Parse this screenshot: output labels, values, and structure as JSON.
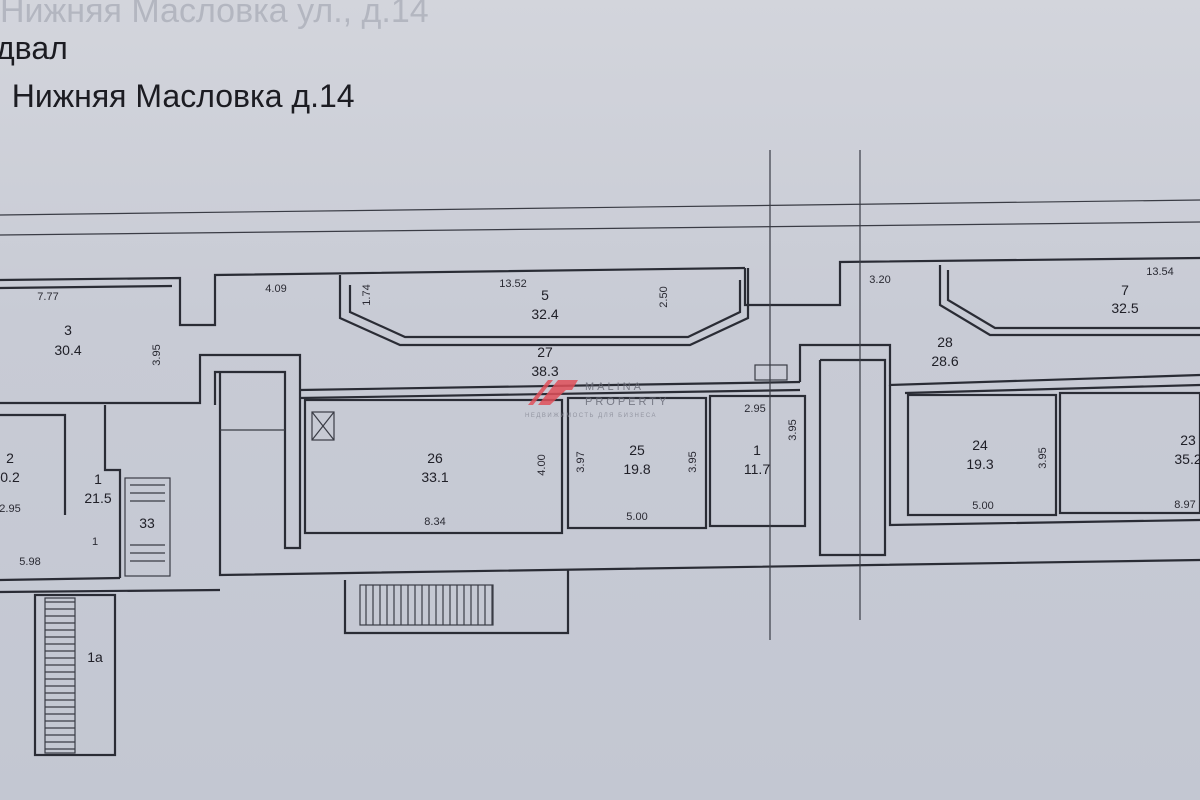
{
  "header": {
    "faint_text": "Нижняя Масловка ул., д.14",
    "level": "двал",
    "address": ". Нижняя Масловка  д.14"
  },
  "watermark": {
    "brand_line1": "MALINA",
    "brand_line2": "PROPERTY",
    "tagline": "НЕДВИЖИМОСТЬ ДЛЯ БИЗНЕСА",
    "accent": "#e0505a"
  },
  "rooms": [
    {
      "num": "3",
      "area": "30.4"
    },
    {
      "num": "5",
      "area": "32.4"
    },
    {
      "num": "27",
      "area": "38.3"
    },
    {
      "num": "7",
      "area": "32.5"
    },
    {
      "num": "28",
      "area": "28.6"
    },
    {
      "num": "2",
      "area": "0.2"
    },
    {
      "num": "1",
      "area": "21.5"
    },
    {
      "num": "33",
      "area": ""
    },
    {
      "num": "26",
      "area": "33.1"
    },
    {
      "num": "25",
      "area": "19.8"
    },
    {
      "num": "1",
      "area": "11.7"
    },
    {
      "num": "24",
      "area": "19.3"
    },
    {
      "num": "23",
      "area": "35.2"
    },
    {
      "num": "1а",
      "area": ""
    }
  ],
  "dimensions": [
    "7.77",
    "3.95",
    "4.09",
    "1.74",
    "13.52",
    "2.50",
    "3.20",
    "13.54",
    "2.95",
    "5.98",
    "4.00",
    "8.34",
    "3.97",
    "3.95",
    "5.00",
    "2.95",
    "3.95",
    "5.00",
    "3.95",
    "8.97",
    "1"
  ]
}
